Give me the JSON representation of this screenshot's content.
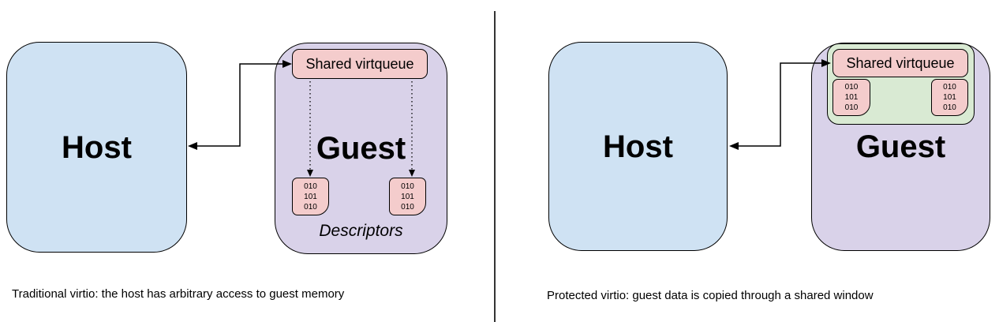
{
  "colors": {
    "host_fill": "#cfe2f3",
    "guest_fill": "#d9d2e9",
    "queue_fill": "#f4cccc",
    "window_fill": "#d9ead3",
    "border": "#000000",
    "divider": "#333333"
  },
  "left_panel": {
    "host_label": "Host",
    "guest_label": "Guest",
    "virtqueue_label": "Shared virtqueue",
    "descriptor_bits": [
      "010",
      "101",
      "010"
    ],
    "descriptors_label": "Descriptors",
    "caption": "Traditional virtio: the host has arbitrary access to guest memory"
  },
  "right_panel": {
    "host_label": "Host",
    "guest_label": "Guest",
    "virtqueue_label": "Shared virtqueue",
    "descriptor_bits": [
      "010",
      "101",
      "010"
    ],
    "caption": "Protected virtio: guest data is copied through a shared window"
  }
}
